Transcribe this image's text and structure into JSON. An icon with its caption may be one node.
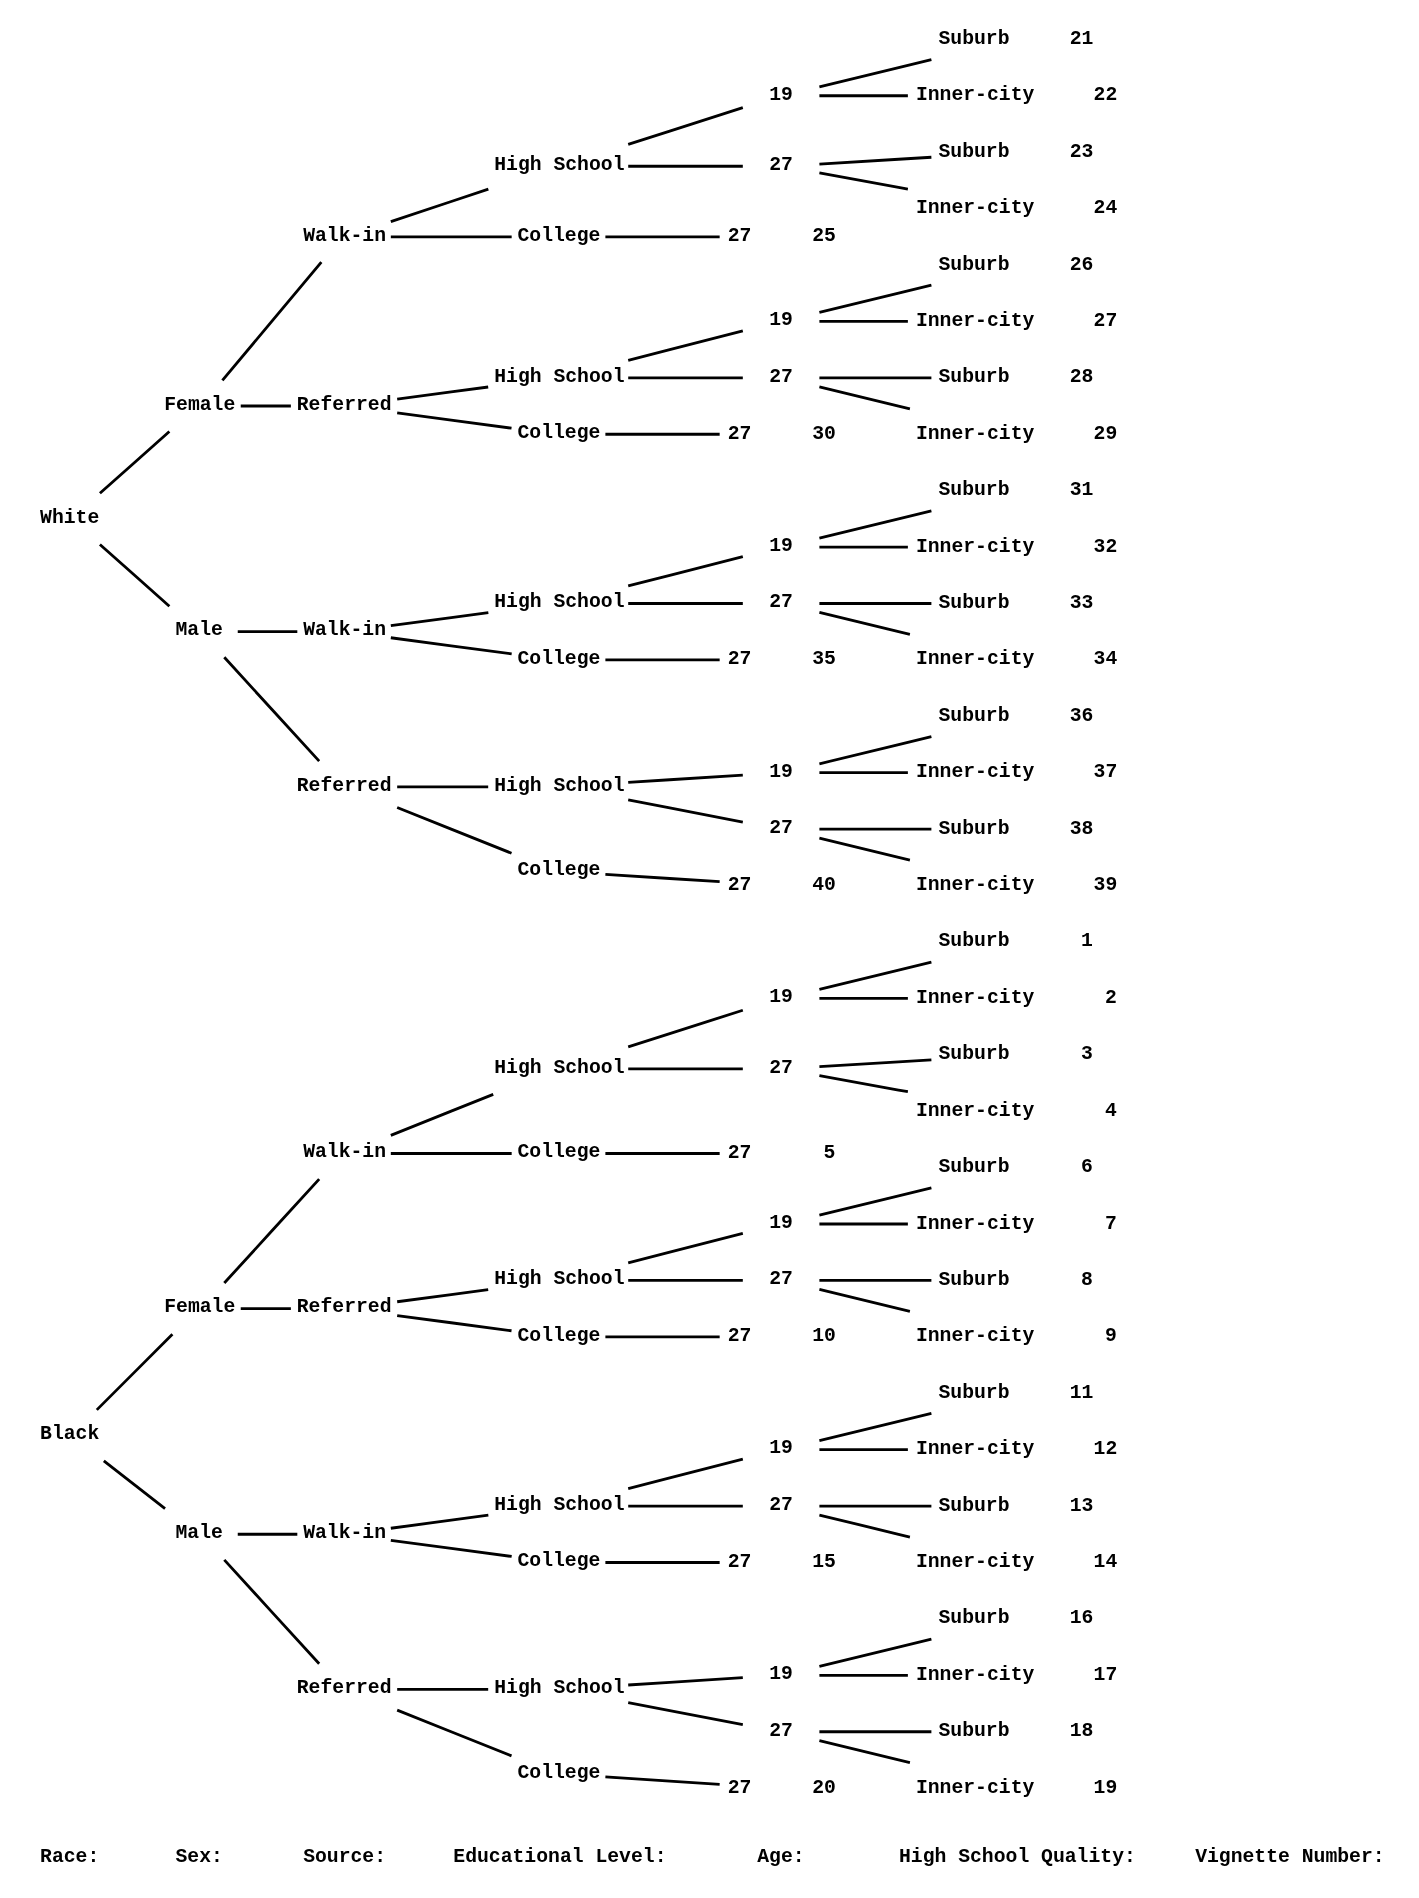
{
  "diagram": {
    "nodes": [
      {
        "text": [
          "Black"
        ]
      },
      {
        "text": [
          "Female"
        ]
      },
      {
        "text": [
          "Walk-in"
        ]
      },
      {
        "text": [
          "High School"
        ]
      },
      {
        "text": [
          "19"
        ]
      },
      {
        "text": [
          "Suburb"
        ],
        "beside": [
          "1"
        ]
      },
      {
        "text": [
          "Inner-city"
        ],
        "beside": [
          "2"
        ]
      },
      {
        "text": [
          "27"
        ]
      },
      {
        "text": [
          "Suburb"
        ],
        "beside": [
          "3"
        ]
      },
      {
        "text": [
          "Inner-city"
        ],
        "beside": [
          "4"
        ]
      },
      {
        "text": [
          "College"
        ]
      },
      {
        "text": [
          "27"
        ],
        "beside": [
          "5"
        ]
      },
      {
        "text": [
          "Referred"
        ]
      },
      {
        "text": [
          "High School"
        ]
      },
      {
        "text": [
          "19"
        ]
      },
      {
        "text": [
          "Suburb"
        ],
        "beside": [
          "6"
        ]
      },
      {
        "text": [
          "Inner-city"
        ],
        "beside": [
          "7"
        ]
      },
      {
        "text": [
          "27"
        ]
      },
      {
        "text": [
          "Suburb"
        ],
        "beside": [
          "8"
        ]
      },
      {
        "text": [
          "Inner-city"
        ],
        "beside": [
          "9"
        ]
      },
      {
        "text": [
          "College"
        ]
      },
      {
        "text": [
          "27"
        ],
        "beside": [
          "10"
        ]
      },
      {
        "text": [
          "Male"
        ]
      },
      {
        "text": [
          "Walk-in"
        ]
      },
      {
        "text": [
          "High School"
        ]
      },
      {
        "text": [
          "19"
        ]
      },
      {
        "text": [
          "Suburb"
        ],
        "beside": [
          "11"
        ]
      },
      {
        "text": [
          "Inner-city"
        ],
        "beside": [
          "12"
        ]
      },
      {
        "text": [
          "27"
        ]
      },
      {
        "text": [
          "Suburb"
        ],
        "beside": [
          "13"
        ]
      },
      {
        "text": [
          "Inner-city"
        ],
        "beside": [
          "14"
        ]
      },
      {
        "text": [
          "College"
        ]
      },
      {
        "text": [
          "27"
        ],
        "beside": [
          "15"
        ]
      },
      {
        "text": [
          "Referred"
        ]
      },
      {
        "text": [
          "High School"
        ]
      },
      {
        "text": [
          "19"
        ]
      },
      {
        "text": [
          "Suburb"
        ],
        "beside": [
          "16"
        ]
      },
      {
        "text": [
          "Inner-city"
        ],
        "beside": [
          "17"
        ]
      },
      {
        "text": [
          "27"
        ]
      },
      {
        "text": [
          "Suburb"
        ],
        "beside": [
          "18"
        ]
      },
      {
        "text": [
          "Inner-city"
        ],
        "beside": [
          "19"
        ]
      },
      {
        "text": [
          "College"
        ]
      },
      {
        "text": [
          "27"
        ],
        "beside": [
          "20"
        ]
      },
      {
        "text": [
          "White"
        ]
      },
      {
        "text": [
          "Female"
        ]
      },
      {
        "text": [
          "Walk-in"
        ]
      },
      {
        "text": [
          "High School"
        ]
      },
      {
        "text": [
          "19"
        ]
      },
      {
        "text": [
          "Suburb"
        ],
        "beside": [
          "21"
        ]
      },
      {
        "text": [
          "Inner-city"
        ],
        "beside": [
          "22"
        ]
      },
      {
        "text": [
          "27"
        ]
      },
      {
        "text": [
          "Suburb"
        ],
        "beside": [
          "23"
        ]
      },
      {
        "text": [
          "Inner-city"
        ],
        "beside": [
          "24"
        ]
      },
      {
        "text": [
          "College"
        ]
      },
      {
        "text": [
          "27"
        ],
        "beside": [
          "25"
        ]
      },
      {
        "text": [
          "Referred"
        ]
      },
      {
        "text": [
          "High School"
        ]
      },
      {
        "text": [
          "19"
        ]
      },
      {
        "text": [
          "Suburb"
        ],
        "beside": [
          "26"
        ]
      },
      {
        "text": [
          "Inner-city"
        ],
        "beside": [
          "27"
        ]
      },
      {
        "text": [
          "27"
        ]
      },
      {
        "text": [
          "Suburb"
        ],
        "beside": [
          "28"
        ]
      },
      {
        "text": [
          "Inner-city"
        ],
        "beside": [
          "29"
        ]
      },
      {
        "text": [
          "College"
        ]
      },
      {
        "text": [
          "27"
        ],
        "beside": [
          "30"
        ]
      },
      {
        "text": [
          "Male"
        ]
      },
      {
        "text": [
          "Walk-in"
        ]
      },
      {
        "text": [
          "High School"
        ]
      },
      {
        "text": [
          "19"
        ]
      },
      {
        "text": [
          "Suburb"
        ],
        "beside": [
          "31"
        ]
      },
      {
        "text": [
          "Inner-city"
        ],
        "beside": [
          "32"
        ]
      },
      {
        "text": [
          "27"
        ]
      },
      {
        "text": [
          "Suburb"
        ],
        "beside": [
          "33"
        ]
      },
      {
        "text": [
          "Inner-city"
        ],
        "beside": [
          "34"
        ]
      },
      {
        "text": [
          "College"
        ]
      },
      {
        "text": [
          "27"
        ],
        "beside": [
          "35"
        ]
      },
      {
        "text": [
          "Referred"
        ]
      },
      {
        "text": [
          "High School"
        ]
      },
      {
        "text": [
          "19"
        ]
      },
      {
        "text": [
          "Suburb"
        ],
        "beside": [
          "36"
        ]
      },
      {
        "text": [
          "Inner-city"
        ],
        "beside": [
          "37"
        ]
      },
      {
        "text": [
          "27"
        ]
      },
      {
        "text": [
          "Suburb"
        ],
        "beside": [
          "38"
        ]
      },
      {
        "text": [
          "Inner-city"
        ],
        "beside": [
          "39"
        ]
      },
      {
        "text": [
          "College"
        ]
      },
      {
        "text": [
          "27"
        ],
        "beside": [
          "40"
        ]
      }
    ],
    "edges": [
      {
        "from": 0,
        "to": 1,
        "arrow": "none"
      },
      {
        "from": 1,
        "to": 2,
        "arrow": "none"
      },
      {
        "from": 2,
        "to": 3,
        "arrow": "none"
      },
      {
        "from": 3,
        "to": 4,
        "arrow": "none"
      },
      {
        "from": 4,
        "to": 5,
        "arrow": "none"
      },
      {
        "from": 4,
        "to": 6,
        "arrow": "none"
      },
      {
        "from": 3,
        "to": 7,
        "arrow": "none"
      },
      {
        "from": 7,
        "to": 8,
        "arrow": "none"
      },
      {
        "from": 7,
        "to": 9,
        "arrow": "none"
      },
      {
        "from": 2,
        "to": 10,
        "arrow": "none"
      },
      {
        "from": 10,
        "to": 11,
        "arrow": "none"
      },
      {
        "from": 1,
        "to": 12,
        "arrow": "none"
      },
      {
        "from": 12,
        "to": 13,
        "arrow": "none"
      },
      {
        "from": 13,
        "to": 14,
        "arrow": "none"
      },
      {
        "from": 14,
        "to": 15,
        "arrow": "none"
      },
      {
        "from": 14,
        "to": 16,
        "arrow": "none"
      },
      {
        "from": 13,
        "to": 17,
        "arrow": "none"
      },
      {
        "from": 17,
        "to": 18,
        "arrow": "none"
      },
      {
        "from": 17,
        "to": 19,
        "arrow": "none"
      },
      {
        "from": 12,
        "to": 20,
        "arrow": "none"
      },
      {
        "from": 20,
        "to": 21,
        "arrow": "none"
      },
      {
        "from": 0,
        "to": 22,
        "arrow": "none"
      },
      {
        "from": 22,
        "to": 23,
        "arrow": "none"
      },
      {
        "from": 23,
        "to": 24,
        "arrow": "none"
      },
      {
        "from": 24,
        "to": 25,
        "arrow": "none"
      },
      {
        "from": 25,
        "to": 26,
        "arrow": "none"
      },
      {
        "from": 25,
        "to": 27,
        "arrow": "none"
      },
      {
        "from": 24,
        "to": 28,
        "arrow": "none"
      },
      {
        "from": 28,
        "to": 29,
        "arrow": "none"
      },
      {
        "from": 28,
        "to": 30,
        "arrow": "none"
      },
      {
        "from": 23,
        "to": 31,
        "arrow": "none"
      },
      {
        "from": 31,
        "to": 32,
        "arrow": "none"
      },
      {
        "from": 22,
        "to": 33,
        "arrow": "none"
      },
      {
        "from": 33,
        "to": 34,
        "arrow": "none"
      },
      {
        "from": 34,
        "to": 35,
        "arrow": "none"
      },
      {
        "from": 35,
        "to": 36,
        "arrow": "none"
      },
      {
        "from": 35,
        "to": 37,
        "arrow": "none"
      },
      {
        "from": 34,
        "to": 38,
        "arrow": "none"
      },
      {
        "from": 38,
        "to": 39,
        "arrow": "none"
      },
      {
        "from": 38,
        "to": 40,
        "arrow": "none"
      },
      {
        "from": 33,
        "to": 41,
        "arrow": "none"
      },
      {
        "from": 41,
        "to": 42,
        "arrow": "none"
      },
      {
        "from": 43,
        "to": 44,
        "arrow": "none"
      },
      {
        "from": 44,
        "to": 45,
        "arrow": "none"
      },
      {
        "from": 45,
        "to": 46,
        "arrow": "none"
      },
      {
        "from": 46,
        "to": 47,
        "arrow": "none"
      },
      {
        "from": 47,
        "to": 48,
        "arrow": "none"
      },
      {
        "from": 47,
        "to": 49,
        "arrow": "none"
      },
      {
        "from": 46,
        "to": 50,
        "arrow": "none"
      },
      {
        "from": 50,
        "to": 51,
        "arrow": "none"
      },
      {
        "from": 50,
        "to": 52,
        "arrow": "none"
      },
      {
        "from": 45,
        "to": 53,
        "arrow": "none"
      },
      {
        "from": 53,
        "to": 54,
        "arrow": "none"
      },
      {
        "from": 44,
        "to": 55,
        "arrow": "none"
      },
      {
        "from": 55,
        "to": 56,
        "arrow": "none"
      },
      {
        "from": 56,
        "to": 57,
        "arrow": "none"
      },
      {
        "from": 57,
        "to": 58,
        "arrow": "none"
      },
      {
        "from": 57,
        "to": 59,
        "arrow": "none"
      },
      {
        "from": 56,
        "to": 60,
        "arrow": "none"
      },
      {
        "from": 60,
        "to": 61,
        "arrow": "none"
      },
      {
        "from": 60,
        "to": 62,
        "arrow": "none"
      },
      {
        "from": 55,
        "to": 63,
        "arrow": "none"
      },
      {
        "from": 63,
        "to": 64,
        "arrow": "none"
      },
      {
        "from": 43,
        "to": 65,
        "arrow": "none"
      },
      {
        "from": 65,
        "to": 66,
        "arrow": "none"
      },
      {
        "from": 66,
        "to": 67,
        "arrow": "none"
      },
      {
        "from": 67,
        "to": 68,
        "arrow": "none"
      },
      {
        "from": 68,
        "to": 69,
        "arrow": "none"
      },
      {
        "from": 68,
        "to": 70,
        "arrow": "none"
      },
      {
        "from": 67,
        "to": 71,
        "arrow": "none"
      },
      {
        "from": 71,
        "to": 72,
        "arrow": "none"
      },
      {
        "from": 71,
        "to": 73,
        "arrow": "none"
      },
      {
        "from": 66,
        "to": 74,
        "arrow": "none"
      },
      {
        "from": 74,
        "to": 75,
        "arrow": "none"
      },
      {
        "from": 65,
        "to": 76,
        "arrow": "none"
      },
      {
        "from": 76,
        "to": 77,
        "arrow": "none"
      },
      {
        "from": 77,
        "to": 78,
        "arrow": "none"
      },
      {
        "from": 78,
        "to": 79,
        "arrow": "none"
      },
      {
        "from": 78,
        "to": 80,
        "arrow": "none"
      },
      {
        "from": 77,
        "to": 81,
        "arrow": "none"
      },
      {
        "from": 81,
        "to": 82,
        "arrow": "none"
      },
      {
        "from": 81,
        "to": 83,
        "arrow": "none"
      },
      {
        "from": 76,
        "to": 84,
        "arrow": "none"
      },
      {
        "from": 84,
        "to": 85,
        "arrow": "none"
      }
    ],
    "labels": [
      "Race:",
      "Sex:",
      "Source:",
      "Educational Level:",
      "Age:",
      "High School Quality:",
      "Vignette Number:"
    ]
  }
}
